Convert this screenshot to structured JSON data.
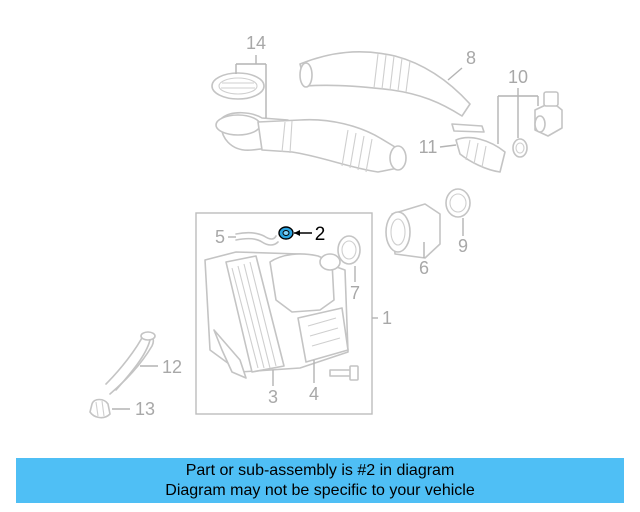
{
  "callouts": {
    "c1": "1",
    "c2": "2",
    "c3": "3",
    "c4": "4",
    "c5": "5",
    "c6": "6",
    "c7": "7",
    "c8": "8",
    "c9": "9",
    "c10": "10",
    "c11": "11",
    "c12": "12",
    "c13": "13",
    "c14": "14"
  },
  "highlighted_part": "2",
  "colors": {
    "highlight": "#2aa3e0",
    "banner": "#4fbff5",
    "line_art": "#c4c4c4"
  },
  "banner": {
    "line1": "Part or sub-assembly is #2 in diagram",
    "line2": "Diagram may not be specific to your vehicle"
  }
}
